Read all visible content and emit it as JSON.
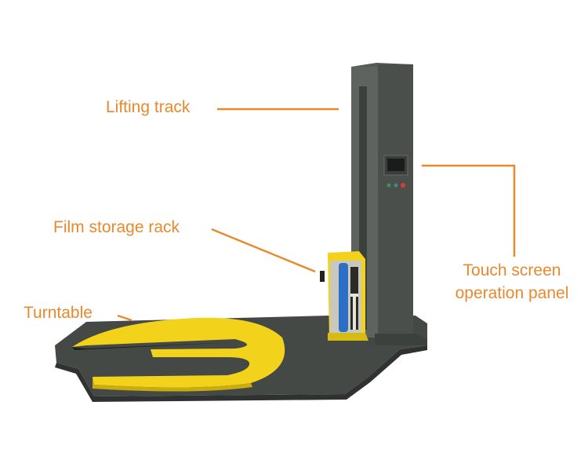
{
  "image": {
    "subject": "stretch film pallet wrapping machine",
    "colors": {
      "label": "#e8892e",
      "column": "#4f5350",
      "column_light": "#5c605d",
      "base": "#454946",
      "turntable": "#f2d21a",
      "film_roll": "#2d6fc4",
      "background": "#ffffff"
    }
  },
  "labels": {
    "lifting_track": "Lifting track",
    "touch_screen_line1": "Touch screen",
    "touch_screen_line2": "operation panel",
    "film_storage_rack": "Film storage rack",
    "turntable": "Turntable"
  },
  "panel": {
    "buttons": [
      {
        "name": "green-button",
        "color": "#2e9a4a"
      },
      {
        "name": "teal-button",
        "color": "#3a8a8a"
      },
      {
        "name": "red-button",
        "color": "#e23a2a"
      }
    ]
  }
}
